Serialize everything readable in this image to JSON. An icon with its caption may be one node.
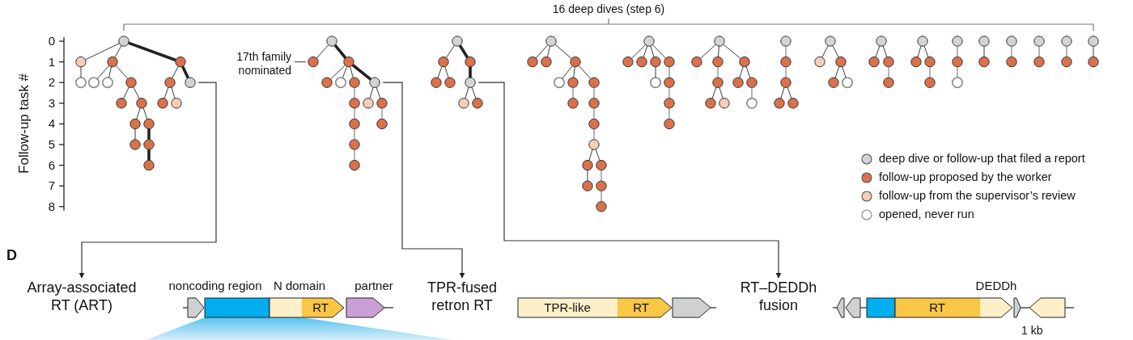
{
  "diagram": {
    "nodes": [
      {
        "text": [],
        "shape": "circle"
      },
      {
        "text": [],
        "shape": "circle"
      },
      {
        "text": [],
        "shape": "circle"
      },
      {
        "text": [],
        "shape": "circle"
      },
      {
        "text": [],
        "shape": "circle"
      },
      {
        "text": [],
        "shape": "circle"
      },
      {
        "text": [],
        "shape": "circle"
      },
      {
        "text": [],
        "shape": "circle"
      },
      {
        "text": [],
        "shape": "circle"
      },
      {
        "text": [],
        "shape": "circle"
      },
      {
        "text": [],
        "shape": "circle"
      },
      {
        "text": [],
        "shape": "circle"
      },
      {
        "text": [],
        "shape": "circle"
      },
      {
        "text": [],
        "shape": "circle"
      },
      {
        "text": [],
        "shape": "circle"
      },
      {
        "text": [],
        "shape": "circle"
      },
      {
        "text": [],
        "shape": "circle"
      },
      {
        "text": [],
        "shape": "circle"
      },
      {
        "text": [],
        "shape": "circle"
      },
      {
        "text": [],
        "shape": "circle"
      },
      {
        "text": [],
        "shape": "circle"
      },
      {
        "text": [],
        "shape": "circle"
      },
      {
        "text": [],
        "shape": "circle"
      },
      {
        "text": [],
        "shape": "circle"
      },
      {
        "text": [],
        "shape": "circle"
      },
      {
        "text": [],
        "shape": "circle"
      },
      {
        "text": [],
        "shape": "circle"
      },
      {
        "text": [],
        "shape": "circle"
      },
      {
        "text": [],
        "shape": "circle"
      },
      {
        "text": [],
        "shape": "circle"
      },
      {
        "text": [],
        "shape": "circle"
      },
      {
        "text": [],
        "shape": "circle"
      },
      {
        "text": [],
        "shape": "circle"
      },
      {
        "text": [],
        "shape": "circle"
      },
      {
        "text": [],
        "shape": "circle"
      },
      {
        "text": [],
        "shape": "circle"
      },
      {
        "text": [],
        "shape": "circle"
      },
      {
        "text": [],
        "shape": "circle"
      },
      {
        "text": [],
        "shape": "circle"
      },
      {
        "text": [],
        "shape": "circle"
      },
      {
        "text": [],
        "shape": "circle"
      },
      {
        "text": [],
        "shape": "circle"
      },
      {
        "text": [],
        "shape": "circle"
      },
      {
        "text": [],
        "shape": "circle"
      },
      {
        "text": [],
        "shape": "circle"
      },
      {
        "text": [],
        "shape": "circle"
      },
      {
        "text": [],
        "shape": "circle"
      },
      {
        "text": [],
        "shape": "circle"
      },
      {
        "text": [],
        "shape": "circle"
      },
      {
        "text": [],
        "shape": "circle"
      },
      {
        "text": [],
        "shape": "circle"
      },
      {
        "text": [],
        "shape": "circle"
      },
      {
        "text": [],
        "shape": "circle"
      },
      {
        "text": [],
        "shape": "circle"
      },
      {
        "text": [],
        "shape": "circle"
      },
      {
        "text": [],
        "shape": "circle"
      },
      {
        "text": [],
        "shape": "circle"
      },
      {
        "text": [],
        "shape": "circle"
      },
      {
        "text": [],
        "shape": "circle"
      },
      {
        "text": [],
        "shape": "circle"
      },
      {
        "text": [],
        "shape": "circle"
      },
      {
        "text": [],
        "shape": "circle"
      },
      {
        "text": [],
        "shape": "circle"
      },
      {
        "text": [],
        "shape": "circle"
      },
      {
        "text": [],
        "shape": "circle"
      },
      {
        "text": [],
        "shape": "circle"
      },
      {
        "text": [],
        "shape": "circle"
      },
      {
        "text": [],
        "shape": "circle"
      },
      {
        "text": [],
        "shape": "circle"
      },
      {
        "text": [],
        "shape": "circle"
      },
      {
        "text": [],
        "shape": "circle"
      },
      {
        "text": [],
        "shape": "circle"
      },
      {
        "text": [],
        "shape": "circle"
      },
      {
        "text": [],
        "shape": "circle"
      },
      {
        "text": [],
        "shape": "circle"
      },
      {
        "text": [],
        "shape": "circle"
      },
      {
        "text": [],
        "shape": "circle"
      },
      {
        "text": [],
        "shape": "circle"
      },
      {
        "text": [],
        "shape": "circle"
      },
      {
        "text": [],
        "shape": "circle"
      },
      {
        "text": [],
        "shape": "circle"
      },
      {
        "text": [],
        "shape": "circle"
      },
      {
        "text": [],
        "shape": "circle"
      },
      {
        "text": [],
        "shape": "circle"
      },
      {
        "text": [],
        "shape": "circle"
      },
      {
        "text": [],
        "shape": "circle"
      },
      {
        "text": [],
        "shape": "circle"
      },
      {
        "text": [],
        "shape": "circle"
      },
      {
        "text": [],
        "shape": "circle"
      },
      {
        "text": [],
        "shape": "circle"
      },
      {
        "text": [],
        "shape": "circle"
      },
      {
        "text": [],
        "shape": "circle"
      },
      {
        "text": [],
        "shape": "circle"
      },
      {
        "text": [],
        "shape": "circle"
      },
      {
        "text": [],
        "shape": "circle"
      },
      {
        "text": [],
        "shape": "circle"
      },
      {
        "text": [],
        "shape": "circle"
      },
      {
        "text": [],
        "shape": "circle"
      },
      {
        "text": [],
        "shape": "circle"
      },
      {
        "text": [],
        "shape": "circle"
      },
      {
        "text": [],
        "shape": "circle"
      },
      {
        "text": [],
        "shape": "circle"
      },
      {
        "text": [],
        "shape": "circle"
      },
      {
        "text": [],
        "shape": "circle"
      },
      {
        "text": [],
        "shape": "circle"
      },
      {
        "text": [],
        "shape": "circle"
      },
      {
        "text": [],
        "shape": "circle"
      },
      {
        "text": [
          "17th family nominated"
        ]
      },
      {
        "text": [
          "Array-associated RT (ART)"
        ]
      },
      {
        "text": [
          "TPR-fused retron RT"
        ]
      },
      {
        "text": [
          "RT–DEDDh fusion"
        ]
      },
      {
        "text": [],
        "shape": "arrow"
      },
      {
        "text": [
          "noncoding region"
        ]
      },
      {
        "text": [
          "N domain",
          "RT"
        ]
      },
      {
        "text": [
          "partner"
        ]
      },
      {
        "text": [
          "TPR-like",
          "RT"
        ]
      },
      {
        "text": [],
        "shape": "arrow"
      },
      {
        "text": [],
        "shape": "arrow"
      },
      {
        "text": [],
        "shape": "arrow"
      },
      {
        "text": [],
        "shape": "box"
      },
      {
        "text": [
          "RT",
          "DEDDh"
        ]
      },
      {
        "text": [],
        "shape": "arrow"
      },
      {
        "text": [],
        "shape": "arrow"
      }
    ],
    "edges": [
      {
        "from": 0,
        "to": 1,
        "arrow": "none"
      },
      {
        "from": 0,
        "to": 2,
        "arrow": "none"
      },
      {
        "from": 0,
        "to": 3,
        "arrow": "none",
        "style": "thick"
      },
      {
        "from": 1,
        "to": 4,
        "arrow": "none"
      },
      {
        "from": 2,
        "to": 5,
        "arrow": "none"
      },
      {
        "from": 2,
        "to": 6,
        "arrow": "none"
      },
      {
        "from": 2,
        "to": 7,
        "arrow": "none"
      },
      {
        "from": 3,
        "to": 8,
        "arrow": "none"
      },
      {
        "from": 3,
        "to": 9,
        "arrow": "none",
        "style": "thick"
      },
      {
        "from": 7,
        "to": 10,
        "arrow": "none"
      },
      {
        "from": 7,
        "to": 11,
        "arrow": "none"
      },
      {
        "from": 8,
        "to": 12,
        "arrow": "none"
      },
      {
        "from": 8,
        "to": 13,
        "arrow": "none"
      },
      {
        "from": 11,
        "to": 14,
        "arrow": "none"
      },
      {
        "from": 11,
        "to": 15,
        "arrow": "none"
      },
      {
        "from": 14,
        "to": 16,
        "arrow": "none"
      },
      {
        "from": 15,
        "to": 17,
        "arrow": "none",
        "style": "thick"
      },
      {
        "from": 17,
        "to": 18,
        "arrow": "none",
        "style": "thick"
      },
      {
        "from": 19,
        "to": 20,
        "arrow": "none"
      },
      {
        "from": 19,
        "to": 21,
        "arrow": "none",
        "style": "thick"
      },
      {
        "from": 21,
        "to": 22,
        "arrow": "none"
      },
      {
        "from": 21,
        "to": 23,
        "arrow": "none"
      },
      {
        "from": 21,
        "to": 24,
        "arrow": "none"
      },
      {
        "from": 21,
        "to": 25,
        "arrow": "none",
        "style": "thick"
      },
      {
        "from": 24,
        "to": 26,
        "arrow": "none",
        "color": "#8c8c8c"
      },
      {
        "from": 25,
        "to": 27,
        "arrow": "none"
      },
      {
        "from": 25,
        "to": 28,
        "arrow": "none"
      },
      {
        "from": 26,
        "to": 29,
        "arrow": "none",
        "color": "#8c8c8c"
      },
      {
        "from": 28,
        "to": 30,
        "arrow": "none",
        "color": "#8c8c8c"
      },
      {
        "from": 29,
        "to": 31,
        "arrow": "none",
        "color": "#8c8c8c"
      },
      {
        "from": 31,
        "to": 32,
        "arrow": "none",
        "color": "#8c8c8c"
      },
      {
        "from": 33,
        "to": 34,
        "arrow": "none"
      },
      {
        "from": 33,
        "to": 35,
        "arrow": "none",
        "style": "thick"
      },
      {
        "from": 34,
        "to": 36,
        "arrow": "none"
      },
      {
        "from": 34,
        "to": 37,
        "arrow": "none"
      },
      {
        "from": 35,
        "to": 38,
        "arrow": "none",
        "style": "thick"
      },
      {
        "from": 38,
        "to": 39,
        "arrow": "none"
      },
      {
        "from": 38,
        "to": 40,
        "arrow": "none"
      },
      {
        "from": 41,
        "to": 42,
        "arrow": "none"
      },
      {
        "from": 41,
        "to": 43,
        "arrow": "none"
      },
      {
        "from": 41,
        "to": 44,
        "arrow": "none"
      },
      {
        "from": 44,
        "to": 45,
        "arrow": "none"
      },
      {
        "from": 44,
        "to": 46,
        "arrow": "none"
      },
      {
        "from": 44,
        "to": 47,
        "arrow": "none"
      },
      {
        "from": 46,
        "to": 48,
        "arrow": "none",
        "color": "#8c8c8c"
      },
      {
        "from": 47,
        "to": 49,
        "arrow": "none",
        "color": "#8c8c8c"
      },
      {
        "from": 49,
        "to": 50,
        "arrow": "none",
        "color": "#8c8c8c"
      },
      {
        "from": 50,
        "to": 51,
        "arrow": "none",
        "color": "#8c8c8c"
      },
      {
        "from": 51,
        "to": 52,
        "arrow": "none"
      },
      {
        "from": 51,
        "to": 53,
        "arrow": "none"
      },
      {
        "from": 52,
        "to": 54,
        "arrow": "none"
      },
      {
        "from": 53,
        "to": 55,
        "arrow": "none",
        "color": "#8c8c8c"
      },
      {
        "from": 55,
        "to": 56,
        "arrow": "none",
        "color": "#8c8c8c"
      },
      {
        "from": 57,
        "to": 58,
        "arrow": "none"
      },
      {
        "from": 57,
        "to": 59,
        "arrow": "none"
      },
      {
        "from": 57,
        "to": 60,
        "arrow": "none"
      },
      {
        "from": 57,
        "to": 61,
        "arrow": "none"
      },
      {
        "from": 60,
        "to": 62,
        "arrow": "none"
      },
      {
        "from": 61,
        "to": 63,
        "arrow": "none",
        "color": "#8c8c8c"
      },
      {
        "from": 63,
        "to": 64,
        "arrow": "none",
        "color": "#8c8c8c"
      },
      {
        "from": 64,
        "to": 65,
        "arrow": "none",
        "color": "#8c8c8c"
      },
      {
        "from": 66,
        "to": 67,
        "arrow": "none"
      },
      {
        "from": 66,
        "to": 68,
        "arrow": "none"
      },
      {
        "from": 66,
        "to": 69,
        "arrow": "none"
      },
      {
        "from": 68,
        "to": 70,
        "arrow": "none",
        "color": "#8c8c8c"
      },
      {
        "from": 69,
        "to": 71,
        "arrow": "none"
      },
      {
        "from": 69,
        "to": 72,
        "arrow": "none"
      },
      {
        "from": 70,
        "to": 73,
        "arrow": "none"
      },
      {
        "from": 70,
        "to": 74,
        "arrow": "none"
      },
      {
        "from": 72,
        "to": 75,
        "arrow": "none",
        "color": "#8c8c8c"
      },
      {
        "from": 76,
        "to": 77,
        "arrow": "none",
        "color": "#8c8c8c"
      },
      {
        "from": 77,
        "to": 78,
        "arrow": "none",
        "color": "#8c8c8c"
      },
      {
        "from": 78,
        "to": 79,
        "arrow": "none"
      },
      {
        "from": 78,
        "to": 80,
        "arrow": "none"
      },
      {
        "from": 81,
        "to": 82,
        "arrow": "none"
      },
      {
        "from": 81,
        "to": 83,
        "arrow": "none"
      },
      {
        "from": 83,
        "to": 84,
        "arrow": "none"
      },
      {
        "from": 83,
        "to": 85,
        "arrow": "none"
      },
      {
        "from": 86,
        "to": 87,
        "arrow": "none"
      },
      {
        "from": 86,
        "to": 88,
        "arrow": "none"
      },
      {
        "from": 88,
        "to": 89,
        "arrow": "none",
        "color": "#8c8c8c"
      },
      {
        "from": 90,
        "to": 91,
        "arrow": "none"
      },
      {
        "from": 90,
        "to": 92,
        "arrow": "none"
      },
      {
        "from": 92,
        "to": 93,
        "arrow": "none",
        "color": "#8c8c8c"
      },
      {
        "from": 94,
        "to": 95,
        "arrow": "none",
        "color": "#8c8c8c"
      },
      {
        "from": 95,
        "to": 96,
        "arrow": "none",
        "color": "#8c8c8c"
      },
      {
        "from": 97,
        "to": 98,
        "arrow": "none"
      },
      {
        "from": 99,
        "to": 100,
        "arrow": "none",
        "color": "#8c8c8c"
      },
      {
        "from": 101,
        "to": 102,
        "arrow": "none",
        "color": "#8c8c8c"
      },
      {
        "from": 103,
        "to": 104,
        "arrow": "none",
        "color": "#8c8c8c"
      },
      {
        "from": 105,
        "to": 106,
        "arrow": "none"
      },
      {
        "from": 107,
        "to": 20,
        "arrow": "none"
      },
      {
        "from": 9,
        "to": 108,
        "arrow": "to"
      },
      {
        "from": 25,
        "to": 109,
        "arrow": "to"
      },
      {
        "from": 38,
        "to": 110,
        "arrow": "to"
      }
    ],
    "labels": [
      "16 deep dives (step 6)",
      "Follow-up task #",
      "0",
      "1",
      "2",
      "3",
      "4",
      "5",
      "6",
      "7",
      "8",
      "D",
      "1 kb"
    ],
    "legend": [
      {
        "text": "deep dive or follow-up that filed a report",
        "color": "#d3d3d3"
      },
      {
        "text": "follow-up proposed by the worker",
        "color": "#d9714b"
      },
      {
        "text": "follow-up from the supervisor’s review",
        "color": "#f6cdb8"
      },
      {
        "text": "opened, never run",
        "color": "#ffffff"
      }
    ]
  }
}
